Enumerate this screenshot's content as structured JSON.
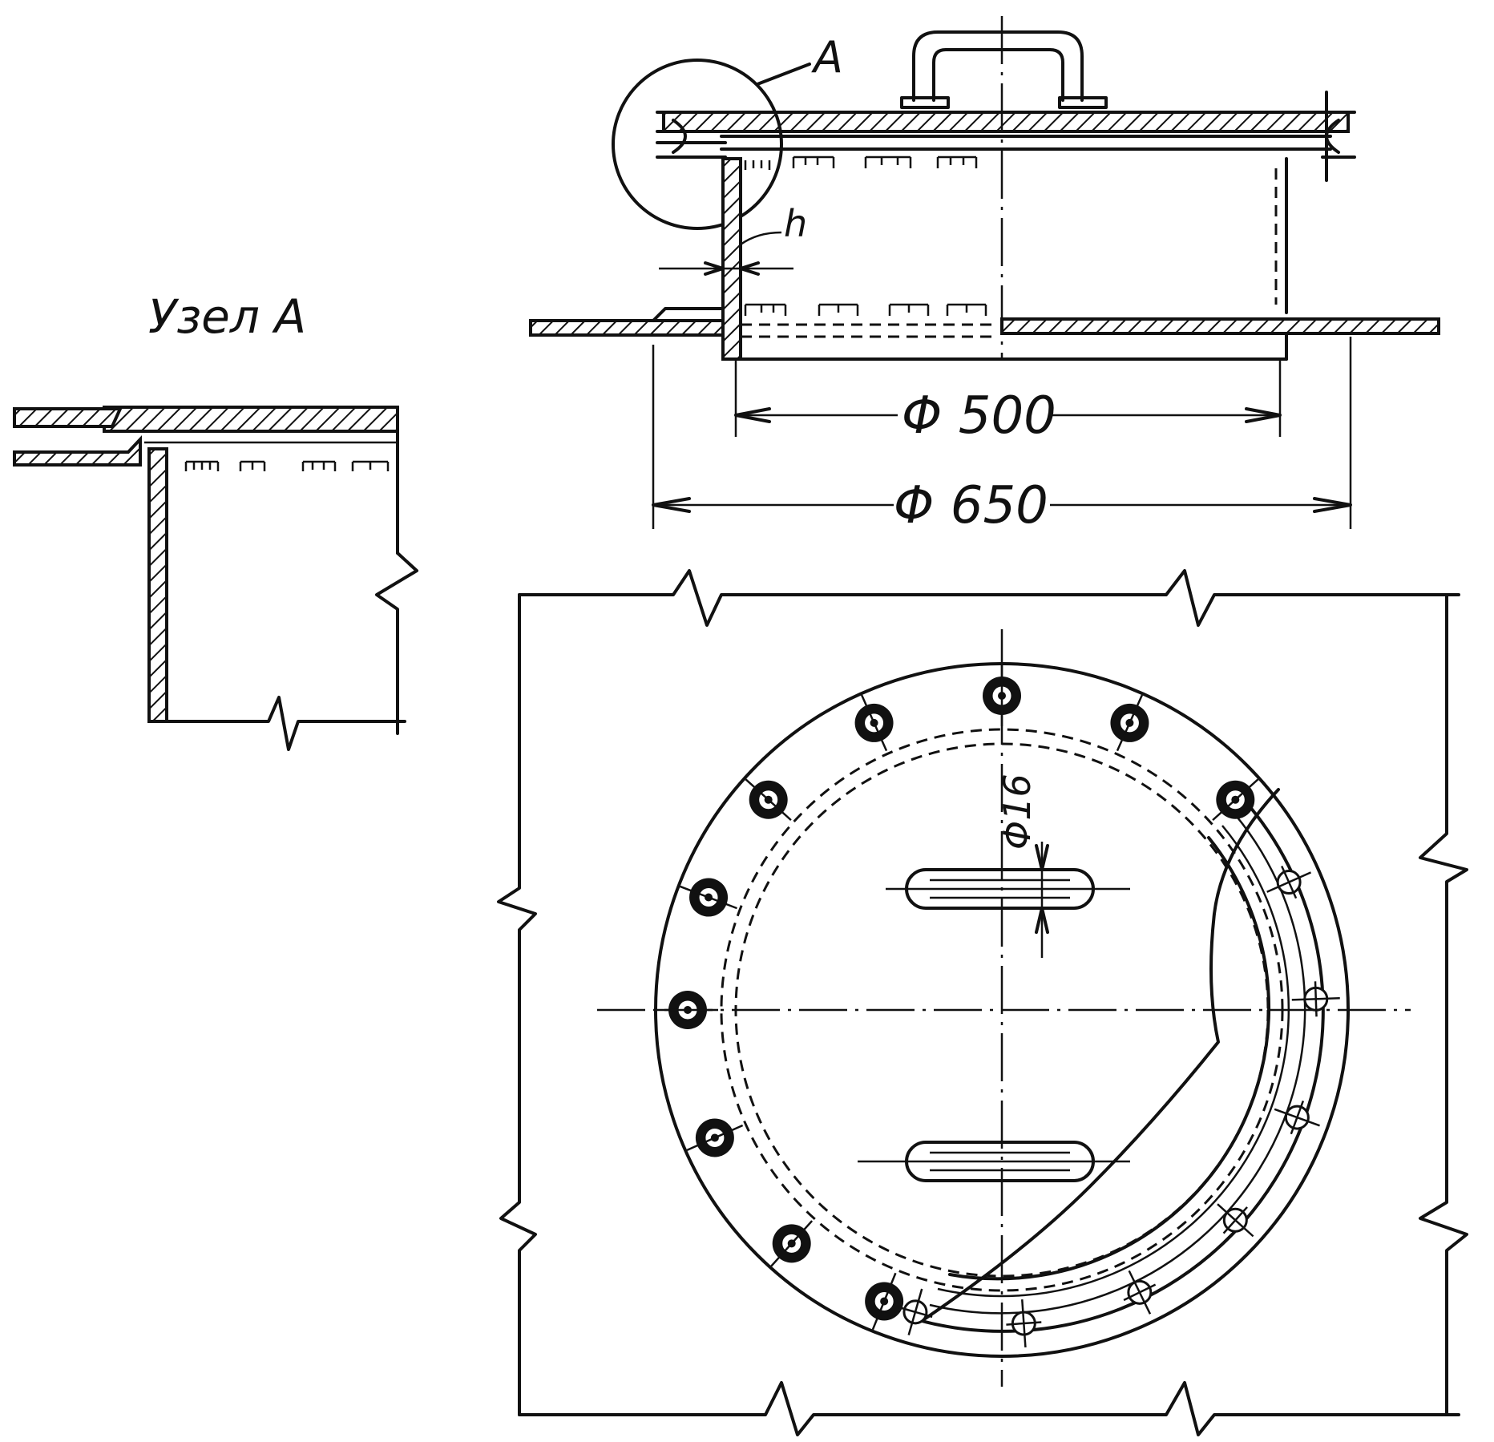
{
  "node_title": "Узел А",
  "callout_label": "А",
  "thickness_label": "h",
  "dim_inner": "Φ 500",
  "dim_outer": "Φ 650",
  "dim_hole": "Φ16"
}
